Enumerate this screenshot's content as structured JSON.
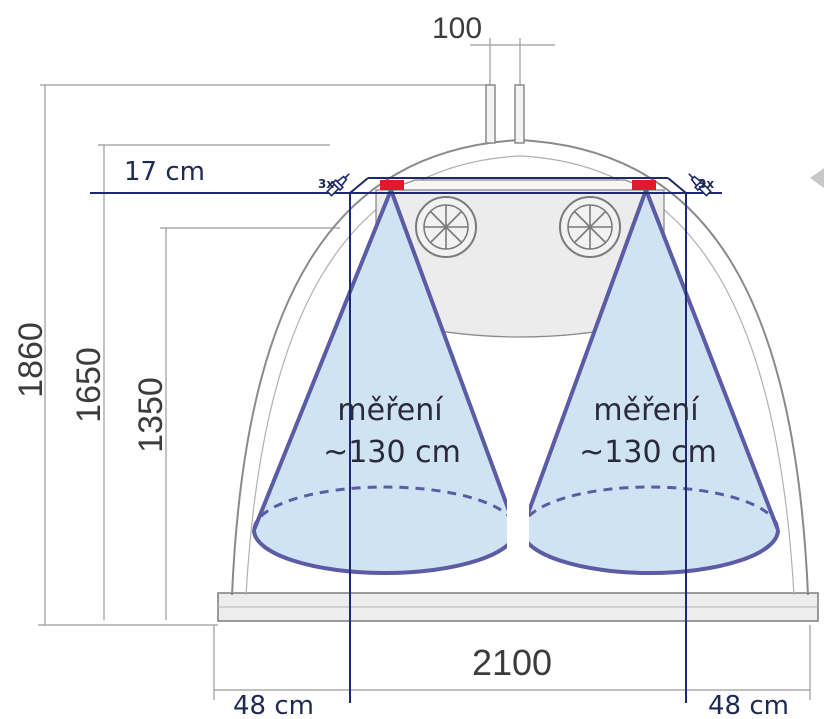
{
  "dimensions": {
    "top_width": "100",
    "overall_height": "1860",
    "side_height": "1650",
    "inner_height": "1350",
    "base_width": "2100"
  },
  "sensor": {
    "offset_label": "17 cm",
    "count_left": "3x",
    "count_right": "3x"
  },
  "measurement": {
    "left_line1": "měření",
    "left_line2": "~130 cm",
    "right_line1": "měření",
    "right_line2": "~130 cm"
  },
  "edge_distance": {
    "left": "48 cm",
    "right": "48 cm"
  },
  "colors": {
    "line_blue": "#1e2a6e",
    "cone_stroke": "#5b5ba6",
    "cone_fill": "#cfe3f2",
    "sensor_red": "#e3182d",
    "shell_gray": "#8a8a8a",
    "dim_gray": "#a0a0a0"
  }
}
